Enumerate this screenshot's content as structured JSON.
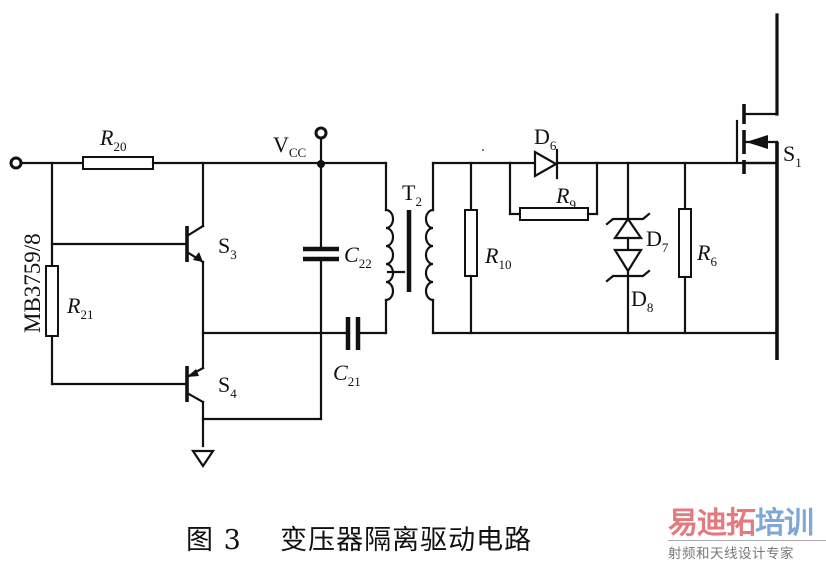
{
  "diagram": {
    "title": "变压器隔离驱动电路",
    "figure_label": "图 3",
    "input_label": "MB3759/8",
    "supply": {
      "name": "V",
      "sub": "CC"
    },
    "components": [
      {
        "id": "R20",
        "type": "resistor",
        "letter": "R",
        "sub": "20"
      },
      {
        "id": "R21",
        "type": "resistor",
        "letter": "R",
        "sub": "21"
      },
      {
        "id": "S3",
        "type": "npn-transistor",
        "letter": "S",
        "sub": "3"
      },
      {
        "id": "S4",
        "type": "pnp-transistor",
        "letter": "S",
        "sub": "4"
      },
      {
        "id": "C22",
        "type": "capacitor",
        "letter": "C",
        "sub": "22"
      },
      {
        "id": "C21",
        "type": "capacitor",
        "letter": "C",
        "sub": "21"
      },
      {
        "id": "T2",
        "type": "transformer",
        "letter": "T",
        "sub": "2"
      },
      {
        "id": "R10",
        "type": "resistor",
        "letter": "R",
        "sub": "10"
      },
      {
        "id": "D6",
        "type": "diode",
        "letter": "D",
        "sub": "6"
      },
      {
        "id": "R9",
        "type": "resistor",
        "letter": "R",
        "sub": "9"
      },
      {
        "id": "D7",
        "type": "zener-diode",
        "letter": "D",
        "sub": "7"
      },
      {
        "id": "D8",
        "type": "zener-diode",
        "letter": "D",
        "sub": "8"
      },
      {
        "id": "R6",
        "type": "resistor",
        "letter": "R",
        "sub": "6"
      },
      {
        "id": "S1",
        "type": "mosfet",
        "letter": "S",
        "sub": "1"
      }
    ]
  },
  "caption": {
    "figure": "图 3",
    "text": "变压器隔离驱动电路"
  },
  "watermark": {
    "brand_part1": "易迪拓",
    "brand_part2": "培训",
    "tagline": "射频和天线设计专家",
    "color_part1": "#e57a7e",
    "color_part2": "#7fa8d8"
  }
}
